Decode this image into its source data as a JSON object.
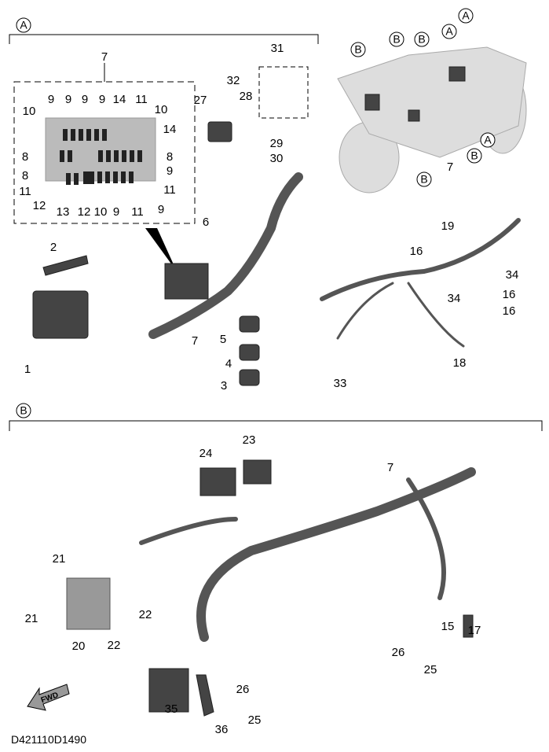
{
  "sections": {
    "a": "A",
    "b": "B"
  },
  "fusebox": {
    "label": "7",
    "labels": [
      "9",
      "9",
      "9",
      "9",
      "14",
      "11",
      "10",
      "10",
      "14",
      "8",
      "8",
      "8",
      "9",
      "11",
      "11",
      "12",
      "13",
      "12",
      "10",
      "9",
      "11",
      "9"
    ]
  },
  "section_a": [
    "2",
    "1",
    "7",
    "6",
    "5",
    "4",
    "3",
    "27",
    "32",
    "28",
    "31",
    "29",
    "30"
  ],
  "motorcycle": [
    "B",
    "B",
    "B",
    "A",
    "A",
    "B",
    "A",
    "B",
    "7"
  ],
  "harness_a": [
    "19",
    "16",
    "34",
    "34",
    "16",
    "16",
    "33",
    "18"
  ],
  "section_b": [
    "24",
    "23",
    "7",
    "21",
    "21",
    "22",
    "22",
    "20",
    "35",
    "36",
    "26",
    "25",
    "15",
    "17",
    "26",
    "25"
  ],
  "fwd_label": "FWD",
  "diagram_code": "D421110D1490"
}
